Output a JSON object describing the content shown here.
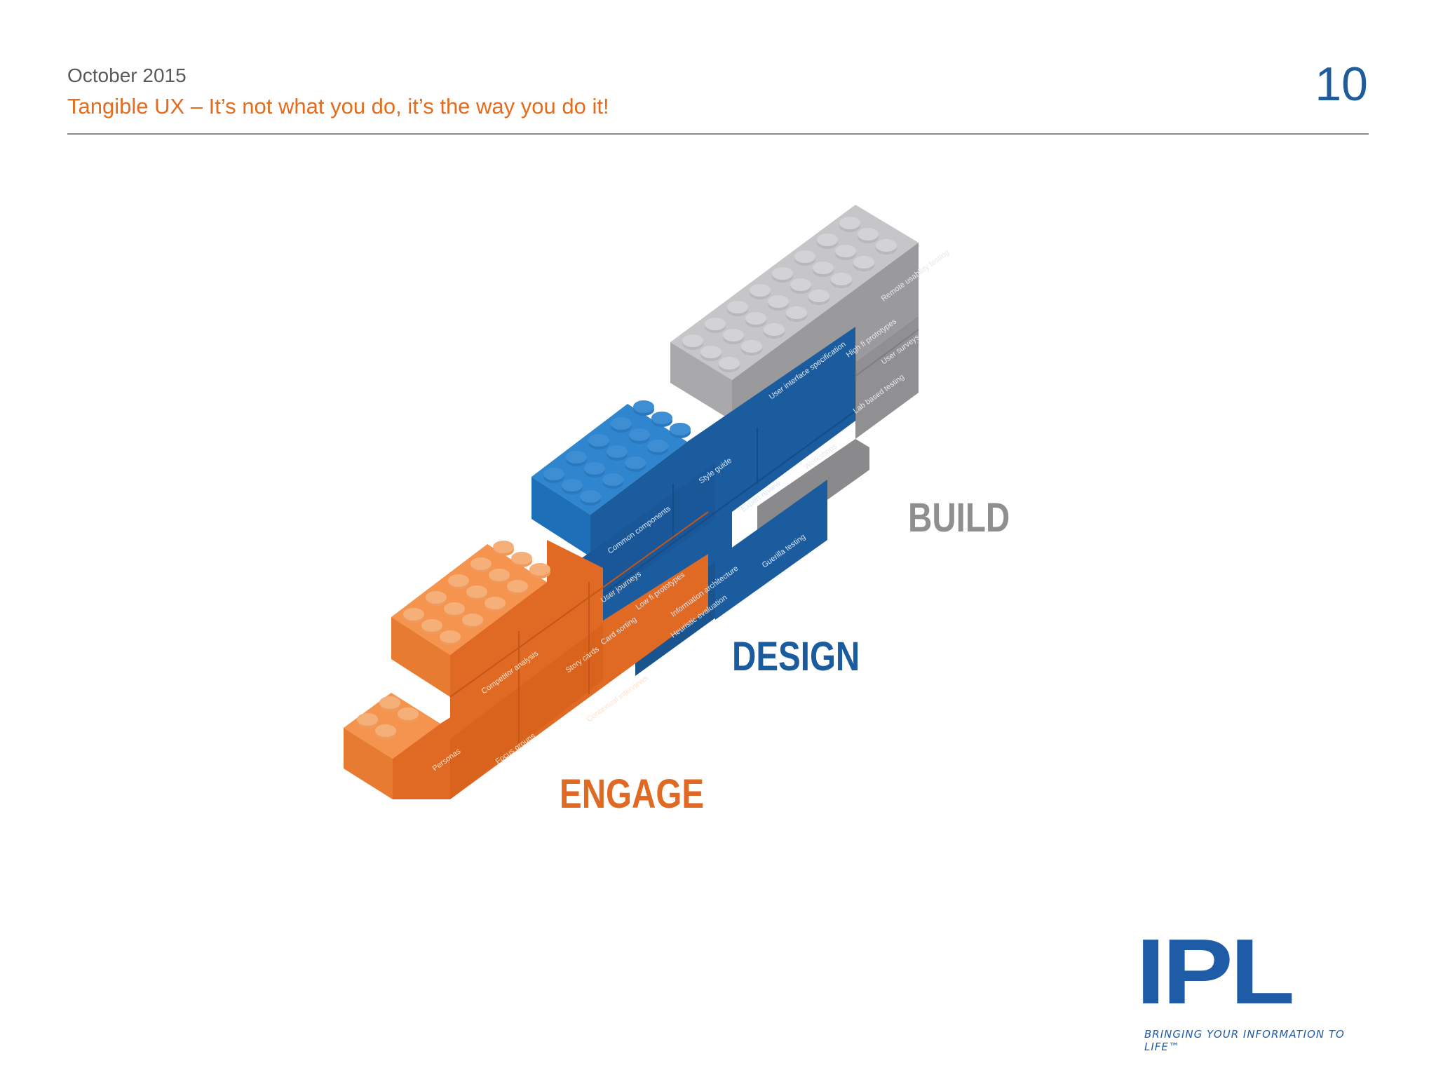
{
  "header": {
    "date": "October 2015",
    "subtitle": "Tangible UX – It’s not what you do, it’s the way you do it!",
    "page_number": "10"
  },
  "diagram": {
    "stages": [
      {
        "label": "BUILD",
        "color": "#8f8f91",
        "bricks": [
          "User interface specification",
          "High fi prototypes",
          "Remote usability testing",
          "User surveys",
          "Lab based testing",
          "Workshops"
        ]
      },
      {
        "label": "DESIGN",
        "color": "#1b5c9e",
        "bricks": [
          "Common components",
          "Style guide",
          "Low fi prototypes",
          "Expert review",
          "Information architecture",
          "Guerilla testing",
          "Card sorting",
          "Heuristic evaluation"
        ]
      },
      {
        "label": "ENGAGE",
        "color": "#e06a24",
        "bricks": [
          "User journeys",
          "Competitor analysis",
          "Story cards",
          "Contextual interviews",
          "Personas",
          "Focus groups"
        ]
      }
    ]
  },
  "logo": {
    "mark": "IPL",
    "tagline": "BRINGING YOUR INFORMATION TO LIFE™"
  },
  "colors": {
    "accent_orange": "#e46c1c",
    "accent_blue": "#1f5c99",
    "build_grey": "#8f8f91",
    "design_blue": "#1b5c9e",
    "engage_orange": "#e06a24"
  }
}
